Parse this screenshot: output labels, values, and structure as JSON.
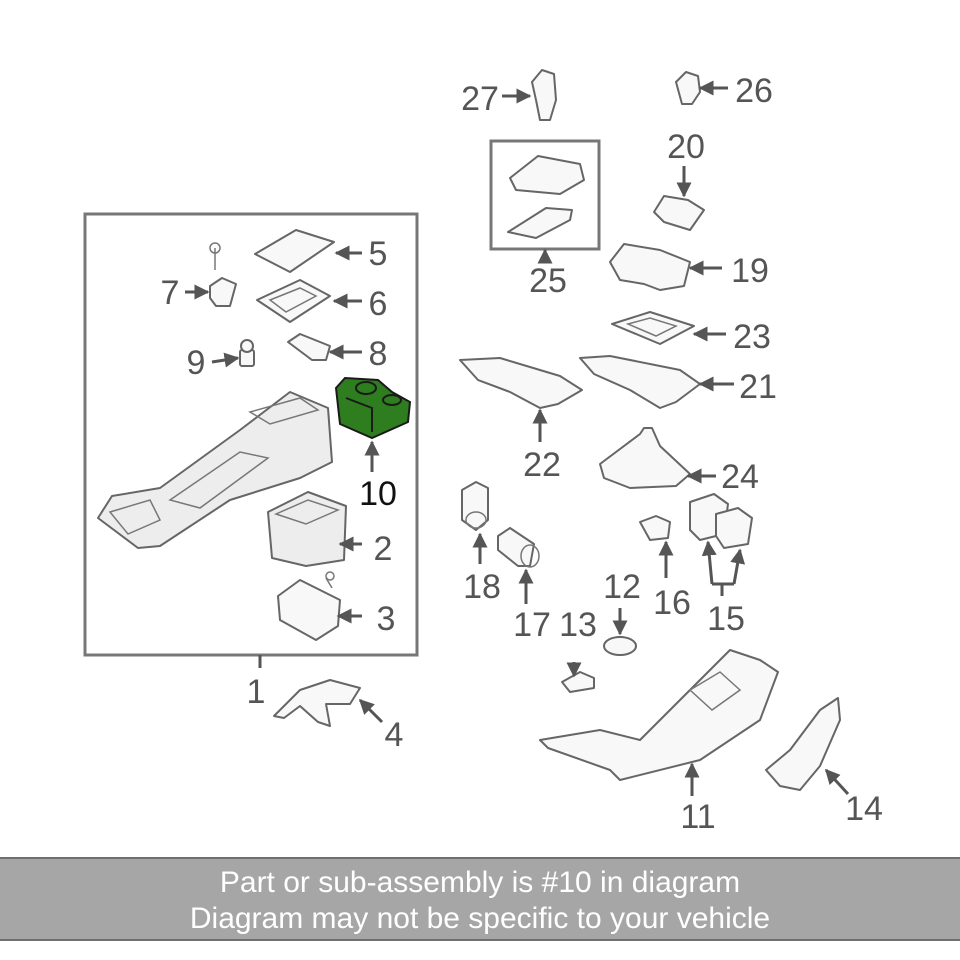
{
  "callouts": {
    "c1": "1",
    "c2": "2",
    "c3": "3",
    "c4": "4",
    "c5": "5",
    "c6": "6",
    "c7": "7",
    "c8": "8",
    "c9": "9",
    "c10": "10",
    "c11": "11",
    "c12": "12",
    "c13": "13",
    "c14": "14",
    "c15": "15",
    "c16": "16",
    "c17": "17",
    "c18": "18",
    "c19": "19",
    "c20": "20",
    "c21": "21",
    "c22": "22",
    "c23": "23",
    "c24": "24",
    "c25": "25",
    "c26": "26",
    "c27": "27"
  },
  "highlight": {
    "color": "#2e7d1f"
  },
  "banner": {
    "line1": "Part or sub-assembly is #10 in diagram",
    "line2": "Diagram may not be specific to your vehicle"
  }
}
